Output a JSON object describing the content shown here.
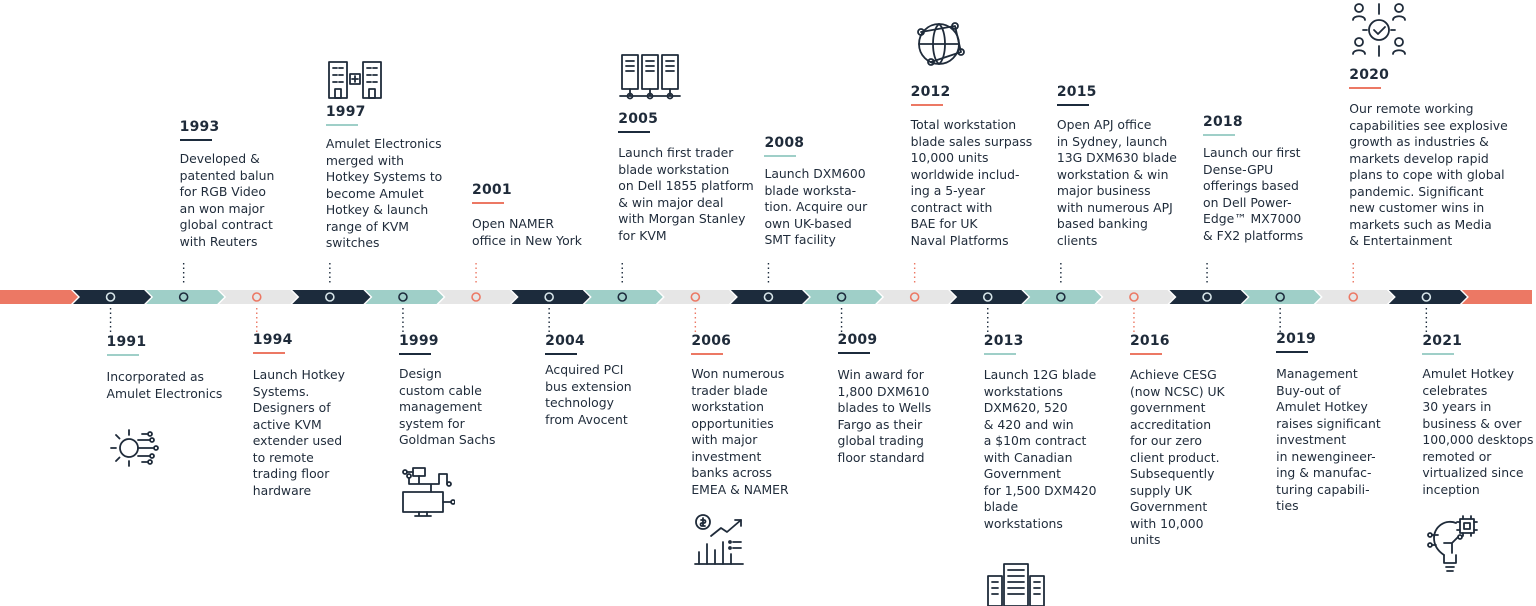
{
  "colors": {
    "navy": "#1c2b3c",
    "teal": "#9fcfc8",
    "light": "#e6e6e6",
    "salmon": "#ec7864",
    "text": "#1f2b3a"
  },
  "events": [
    {
      "year": "1991",
      "text": "Incorporated as\nAmulet Electronics",
      "icon": "gear-circuit-icon"
    },
    {
      "year": "1993",
      "text": "Developed &\npatented balun\nfor RGB Video\nan won major\nglobal contract\nwith Reuters",
      "icon": ""
    },
    {
      "year": "1994",
      "text": "Launch Hotkey\nSystems.\nDesigners of\nactive KVM\nextender used\nto remote\ntrading floor\nhardware",
      "icon": ""
    },
    {
      "year": "1997",
      "text": "Amulet Electronics\nmerged with\nHotkey Systems to\nbecome Amulet\nHotkey & launch\nrange of KVM\nswitches",
      "icon": "merged-buildings-icon"
    },
    {
      "year": "1999",
      "text": "Design\ncustom cable\nmanagement\nsystem for\nGoldman Sachs",
      "icon": "circuit-monitor-icon"
    },
    {
      "year": "2001",
      "text": "Open NAMER\noffice in New York",
      "icon": ""
    },
    {
      "year": "2004",
      "text": "Acquired PCI\nbus extension\ntechnology\nfrom Avocent",
      "icon": ""
    },
    {
      "year": "2005",
      "text": "Launch first trader\nblade workstation\non Dell 1855 platform\n& win major deal\nwith Morgan Stanley\nfor KVM",
      "icon": "server-racks-icon"
    },
    {
      "year": "2006",
      "text": "Won numerous\ntrader blade\nworkstation\nopportunities\nwith major\ninvestment\nbanks across\nEMEA & NAMER",
      "icon": "growth-chart-icon"
    },
    {
      "year": "2008",
      "text": "Launch DXM600\nblade worksta-\ntion. Acquire our\nown UK-based\nSMT facility",
      "icon": ""
    },
    {
      "year": "2009",
      "text": "Win award for\n1,800 DXM610\nblades to Wells\nFargo as their\nglobal trading\nfloor standard",
      "icon": ""
    },
    {
      "year": "2012",
      "text": "Total workstation\nblade sales surpass\n10,000 units\nworldwide includ-\ning a 5-year\ncontract with\nBAE for UK\nNaval Platforms",
      "icon": "globe-network-icon"
    },
    {
      "year": "2013",
      "text": "Launch 12G blade\nworkstations\nDXM620, 520\n& 420 and win\na $10m contract\nwith Canadian\nGovernment\nfor 1,500 DXM420\nblade\nworkstations",
      "icon": "data-center-icon"
    },
    {
      "year": "2015",
      "text": "Open APJ office\nin Sydney, launch\n13G DXM630 blade\nworkstation & win\nmajor business\nwith numerous APJ\nbased banking\nclients",
      "icon": ""
    },
    {
      "year": "2016",
      "text": "Achieve CESG\n(now NCSC) UK\ngovernment\naccreditation\nfor our zero\nclient product.\nSubsequently\nsupply UK\nGovernment\nwith 10,000\nunits",
      "icon": ""
    },
    {
      "year": "2018",
      "text": "Launch our first\nDense-GPU\nofferings based\non Dell Power-\nEdge™ MX7000\n& FX2 platforms",
      "icon": ""
    },
    {
      "year": "2019",
      "text": "Management\nBuy-out of\nAmulet Hotkey\nraises significant\ninvestment\nin newengineer-\ning & manufac-\nturing capabili-\nties",
      "icon": ""
    },
    {
      "year": "2020",
      "text": "Our remote working\ncapabilities see explosive\ngrowth as industries &\nmarkets develop rapid\nplans to cope with global\npandemic. Significant\nnew customer wins in\nmarkets such as Media\n& Entertainment",
      "icon": "remote-team-icon"
    },
    {
      "year": "2021",
      "text": "Amulet Hotkey\ncelebrates\n30 years in\nbusiness & over\n100,000 desktops\nremoted or\nvirtualized since\ninception",
      "icon": "lightbulb-chip-icon"
    }
  ]
}
